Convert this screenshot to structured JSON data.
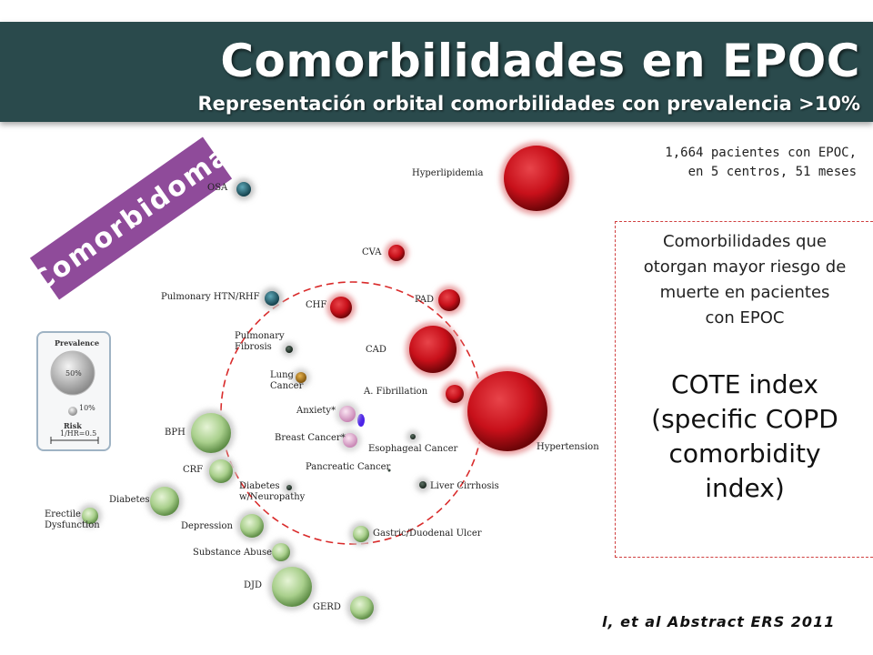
{
  "header": {
    "title": "Comorbilidades en EPOC",
    "subtitle": "Representación orbital comorbilidades con prevalencia >10%"
  },
  "badge": {
    "label": "Comorbidoma"
  },
  "patients_note": {
    "line1": "1,664 pacientes con EPOC,",
    "line2": "en 5 centros, 51 meses"
  },
  "side_panel": {
    "description_lines": [
      "Comorbilidades que",
      "otorgan mayor riesgo de",
      "muerte en pacientes",
      "con EPOC"
    ],
    "index_lines": [
      "COTE index",
      "(specific COPD",
      "comorbidity",
      "index)"
    ]
  },
  "citation": "l, et al Abstract ERS 2011",
  "legend": {
    "prevalence_label": "Prevalence",
    "big_value": "50%",
    "small_value": "10%",
    "risk_label": "Risk",
    "scale_label": "1/HR=0.5"
  },
  "colors": {
    "title_bar": "#2a4a4c",
    "badge": "#8f4b9a",
    "red": "#c8101a",
    "green": "#8fbf70",
    "teal": "#1e6f80",
    "pink": "#e2a6d0",
    "orange": "#c0841a",
    "dark": "#2c3e34"
  },
  "comorbidities": [
    {
      "name": "Hyperlipidemia",
      "color": "red"
    },
    {
      "name": "OSA",
      "color": "teal"
    },
    {
      "name": "CVA",
      "color": "red"
    },
    {
      "name": "Pulmonary HTN/RHF",
      "color": "teal"
    },
    {
      "name": "PAD",
      "color": "red"
    },
    {
      "name": "CHF",
      "color": "red"
    },
    {
      "name": "Pulmonary Fibrosis",
      "color": "dark"
    },
    {
      "name": "CAD",
      "color": "red"
    },
    {
      "name": "Lung Cancer",
      "color": "orange"
    },
    {
      "name": "A. Fibrillation",
      "color": "red"
    },
    {
      "name": "Anxiety*",
      "color": "pink"
    },
    {
      "name": "Hypertension",
      "color": "red"
    },
    {
      "name": "Breast Cancer*",
      "color": "pink"
    },
    {
      "name": "Esophageal Cancer",
      "color": "dark"
    },
    {
      "name": "BPH",
      "color": "green"
    },
    {
      "name": "CRF",
      "color": "green"
    },
    {
      "name": "Pancreatic Cancer",
      "color": "dark"
    },
    {
      "name": "Diabetes w/Neuropathy",
      "color": "dark"
    },
    {
      "name": "Liver Cirrhosis",
      "color": "dark"
    },
    {
      "name": "Diabetes",
      "color": "green"
    },
    {
      "name": "Erectile Dysfunction",
      "color": "green"
    },
    {
      "name": "Depression",
      "color": "green"
    },
    {
      "name": "Gastric/Duodenal Ulcer",
      "color": "green"
    },
    {
      "name": "Substance Abuse",
      "color": "green"
    },
    {
      "name": "DJD",
      "color": "green"
    },
    {
      "name": "GERD",
      "color": "green"
    }
  ]
}
